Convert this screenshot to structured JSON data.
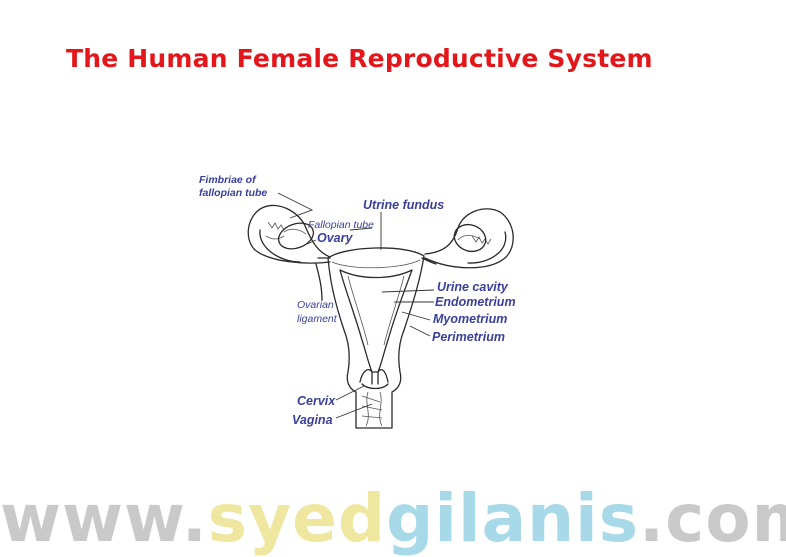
{
  "title": "The Human Female Reproductive System",
  "labels": {
    "fimbriae_line1": "Fimbriae of",
    "fimbriae_line2": "fallopian tube",
    "fallopian_tube": "Fallopian tube",
    "ovary": "Ovary",
    "uterine_fundus": "Utrine fundus",
    "uterine_cavity": "Urine cavity",
    "endometrium": "Endometrium",
    "myometrium": "Myometrium",
    "perimetrium": "Perimetrium",
    "ovarian_ligament_line1": "Ovarian",
    "ovarian_ligament_line2": "ligament",
    "cervix": "Cervix",
    "vagina": "Vagina"
  },
  "watermark": {
    "part1": "www.",
    "part2": "syed",
    "part3": "gilanis",
    "part4": ".com"
  },
  "colors": {
    "title": "#e3161b",
    "label": "#3a3f9a",
    "watermark_gray": "#c9c9c9",
    "watermark_yellow": "#efe7a0",
    "watermark_blue": "#a8d9e8"
  }
}
